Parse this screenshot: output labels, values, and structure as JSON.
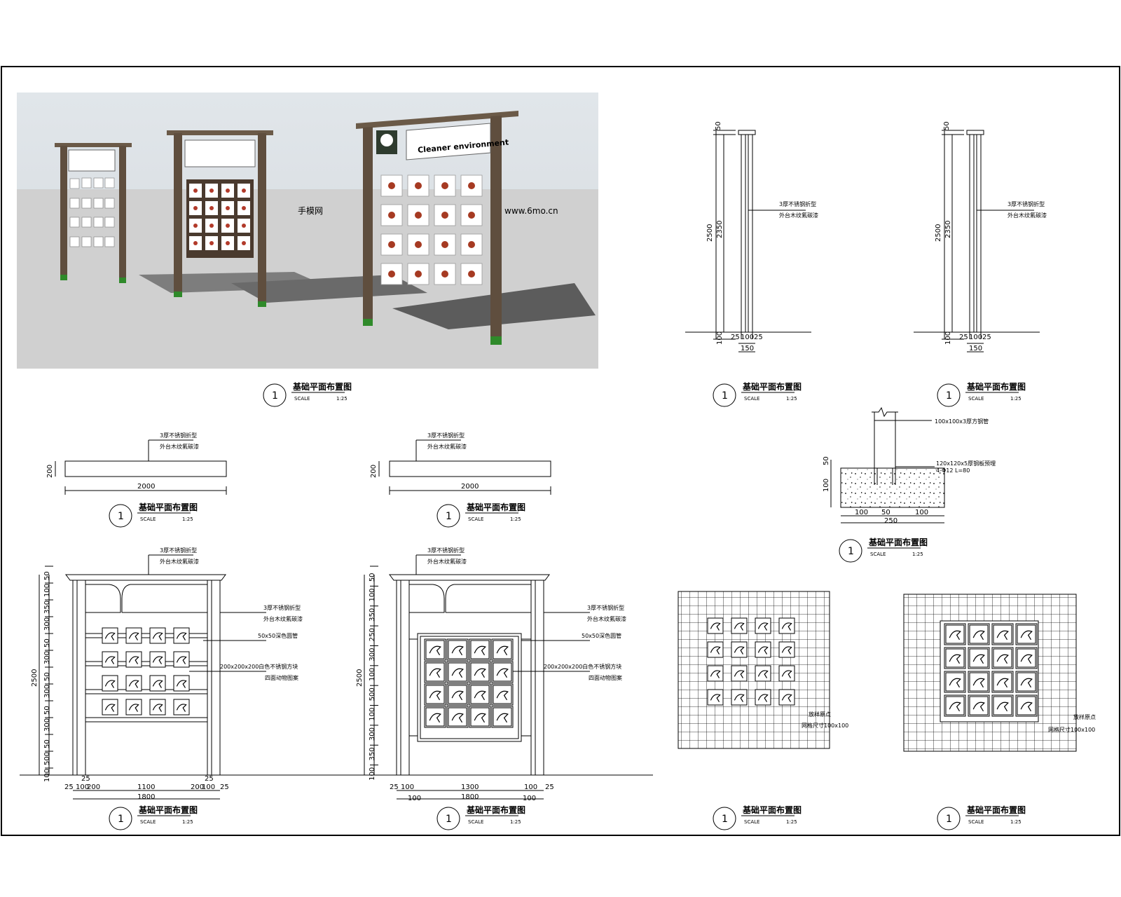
{
  "render": {
    "title": "3D render of three wooden insect display boards",
    "board_text": "Cleaner environment",
    "watermark_url": "www.6mo.cn",
    "watermark_brand": "手模网"
  },
  "captions": {
    "title": "基础平面布置图",
    "scale_word": "SCALE",
    "scale_value": "1:25",
    "number": "1"
  },
  "notes": {
    "steel_line1": "3厚不锈钢折型",
    "steel_line2": "外台木纹氟碳漆",
    "pipe": "50x50深色圆管",
    "cube_line1": "200x200x200白色不锈钢方块",
    "cube_line2": "四面动物图案",
    "square_tube": "100x100x3厚方钢管",
    "plate_line1": "120x120x5厚钢板预埋",
    "plate_line2": "4-Φ12 L=80",
    "grid_point": "放样原点",
    "grid_size": "网格尺寸100x100"
  },
  "dims": {
    "post_total": "2500",
    "post_inner": "2350",
    "post_top": "50",
    "post_base": "100",
    "post_b1": "25",
    "post_b2": "100",
    "post_b3": "25",
    "post_width": "150",
    "plan_width": "2000",
    "plan_depth": "200",
    "found_w1": "100",
    "found_w2": "50",
    "found_w3": "100",
    "found_total": "250",
    "found_h1": "50",
    "found_h2": "100",
    "elev_total": "2500",
    "elev_width": "1800",
    "elev_inner_a": "1100",
    "elev_inner_b": "1300",
    "elev_a_v": [
      "50",
      "100",
      "350",
      "300",
      "50",
      "300",
      "50",
      "300",
      "50",
      "300",
      "50",
      "500",
      "100"
    ],
    "elev_b_v": [
      "50",
      "100",
      "350",
      "250",
      "300",
      "100",
      "500",
      "100",
      "300",
      "350",
      "100"
    ],
    "elev_a_h": [
      "25",
      "100",
      "200",
      "200",
      "100",
      "25"
    ],
    "elev_a_h_top": [
      "25",
      "25"
    ],
    "elev_b_h": [
      "25",
      "100",
      "100",
      "25"
    ],
    "elev_b_h_bot": [
      "100",
      "100"
    ]
  },
  "colors": {
    "line": "#000000",
    "wood": "#6b5a48",
    "shadow": "#4a4a4a",
    "sky": "#d7dde3",
    "ground": "#d2d2d2",
    "base_green": "#2f8a2a"
  }
}
